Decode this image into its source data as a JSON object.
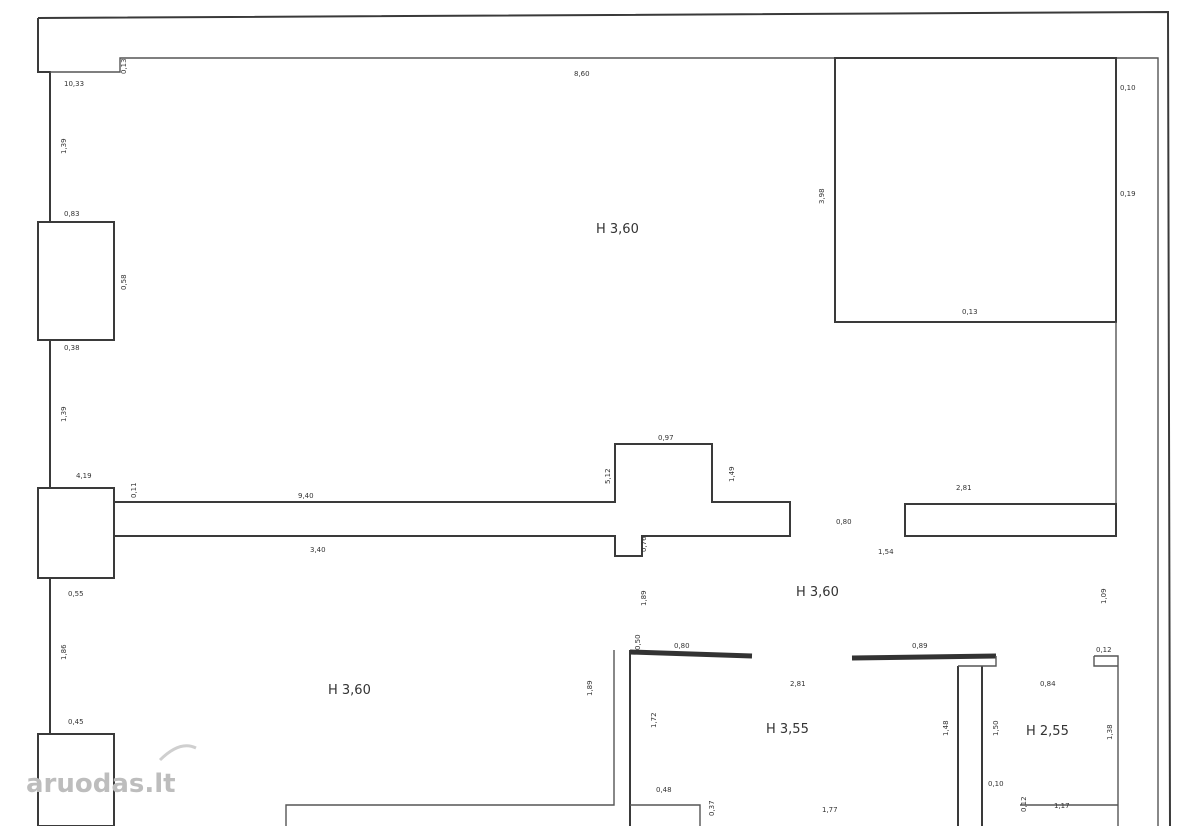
{
  "plan": {
    "colors": {
      "wall": "#3a3a3a",
      "paper": "#ffffff",
      "watermark": "#bdbdbd"
    },
    "rooms": [
      {
        "id": "main-hall",
        "label": "H 3,60"
      },
      {
        "id": "lower-left",
        "label": "H 3,60"
      },
      {
        "id": "corridor",
        "label": "H 3,60"
      },
      {
        "id": "small-room",
        "label": "H 3,55"
      },
      {
        "id": "wc",
        "label": "H 2,55"
      }
    ],
    "dimensions": [
      "10,33",
      "0,13",
      "8,60",
      "1,39",
      "0,83",
      "0,58",
      "0,38",
      "1,39",
      "4,19",
      "0,11",
      "9,40",
      "5,12",
      "0,97",
      "1,49",
      "3,98",
      "0,80",
      "2,81",
      "1,54",
      "3,40",
      "0,55",
      "0,76",
      "1,89",
      "0,50",
      "0,12",
      "0,80",
      "0,89",
      "1,09",
      "2,81",
      "1,72",
      "1,89",
      "1,48",
      "0,84",
      "1,50",
      "0,10",
      "1,38",
      "0,48",
      "1,77",
      "0,37",
      "0,12",
      "1,17",
      "1,86",
      "0,45",
      "0,13",
      "0,10",
      "0,19"
    ],
    "watermark": "aruodas.lt"
  }
}
